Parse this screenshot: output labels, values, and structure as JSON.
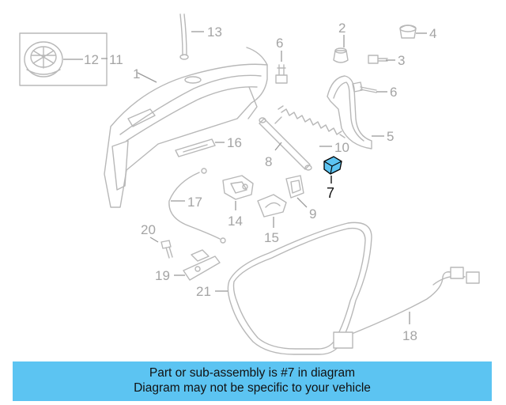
{
  "callouts": {
    "c1": "1",
    "c2": "2",
    "c3": "3",
    "c4": "4",
    "c5": "5",
    "c6a": "6",
    "c6b": "6",
    "c7": "7",
    "c8": "8",
    "c9": "9",
    "c10": "10",
    "c11": "11",
    "c12": "12",
    "c13": "13",
    "c14": "14",
    "c15": "15",
    "c16": "16",
    "c17": "17",
    "c18": "18",
    "c19": "19",
    "c20": "20",
    "c21": "21"
  },
  "highlight_part": "7",
  "colors": {
    "highlight": "#5cc4f2",
    "line": "#b8b8b8",
    "callout": "#a4a4a4",
    "banner": "#5cc4f2"
  },
  "banner": {
    "line1": "Part or sub-assembly is #7 in diagram",
    "line2": "Diagram may not be specific to your vehicle"
  }
}
